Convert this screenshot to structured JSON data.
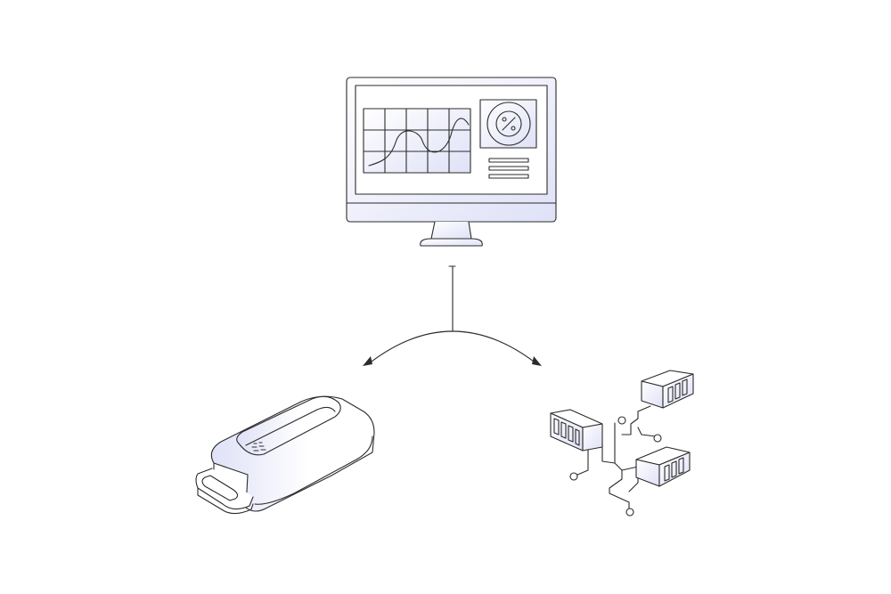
{
  "diagram": {
    "nodes": [
      {
        "id": "dashboard-monitor",
        "icon": "monitor-dashboard-icon"
      },
      {
        "id": "obd-dongle",
        "icon": "obd-dongle-icon"
      },
      {
        "id": "container-network",
        "icon": "container-network-icon"
      }
    ],
    "edges": [
      {
        "from": "dashboard-monitor",
        "to": "obd-dongle",
        "style": "arrow"
      },
      {
        "from": "dashboard-monitor",
        "to": "container-network",
        "style": "arrow"
      }
    ],
    "dashboard": {
      "widgets": [
        "line-graph-icon",
        "percent-gauge-icon",
        "text-lines-icon"
      ]
    },
    "colors": {
      "stroke": "#2b2b2b",
      "accent": "#dfe1f7",
      "background": "#ffffff"
    }
  }
}
